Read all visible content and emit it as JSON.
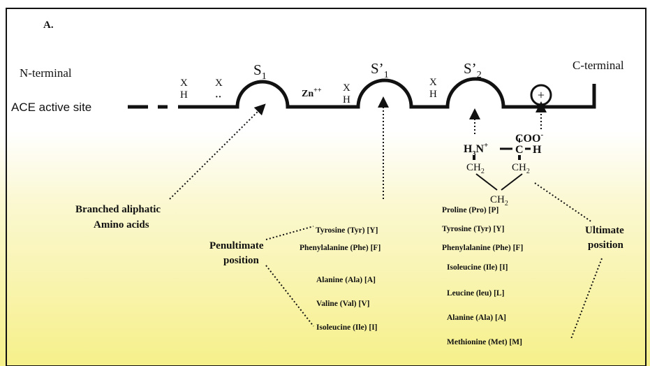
{
  "panel_label": "A.",
  "n_terminal": "N-terminal",
  "c_terminal": "C-terminal",
  "active_site": "ACE active site",
  "subsites": {
    "s1": {
      "base": "S",
      "sub": "1"
    },
    "s1p": {
      "base": "S’",
      "sub": "1"
    },
    "s2p": {
      "base": "S’",
      "sub": "2"
    }
  },
  "zinc": {
    "base": "Zn",
    "sup": "++"
  },
  "site_marks": {
    "x": "X",
    "h": "H",
    "dots": "··"
  },
  "charge_symbol": "+",
  "molecule": {
    "coo": "COO",
    "coo_charge": "-",
    "h3n_h": "H",
    "h3n_sub": "3",
    "h3n_n": "N",
    "h3n_plus": "+",
    "c": "C",
    "h": "H",
    "ch2_left": {
      "base": "CH",
      "sub": "2"
    },
    "ch2_right": {
      "base": "CH",
      "sub": "2"
    },
    "ch2_bottom": {
      "base": "CH",
      "sub": "2"
    }
  },
  "labels": {
    "branched": [
      "Branched aliphatic",
      "Amino acids"
    ],
    "penultimate": [
      "Penultimate",
      "position"
    ],
    "ultimate": [
      "Ultimate",
      "position"
    ]
  },
  "penultimate_list": [
    "Tyrosine (Tyr) [Y]",
    "Phenylalanine (Phe) [F]",
    "Alanine (Ala) [A]",
    "Valine (Val) [V]",
    "Isoleucine (Ile) [I]"
  ],
  "ultimate_list": [
    "Proline (Pro) [P]",
    "Tyrosine (Tyr) [Y]",
    "Phenylalanine (Phe) [F]",
    "Isoleucine (Ile) [I]",
    "Leucine (leu) [L]",
    "Alanine (Ala) [A]",
    "Methionine (Met) [M]"
  ],
  "colors": {
    "gradient_top": "#ffffff",
    "gradient_bottom": "#f6f08a",
    "ink": "#111111"
  }
}
